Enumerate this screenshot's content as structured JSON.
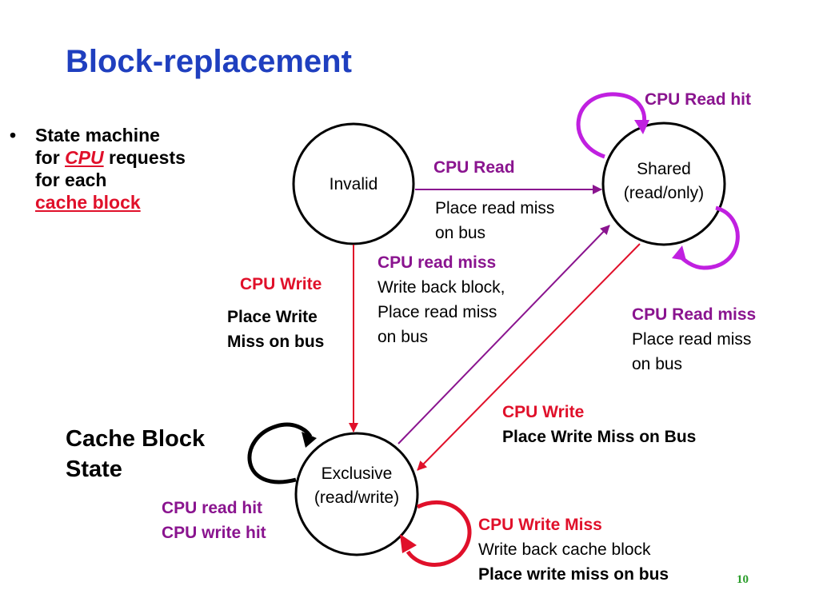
{
  "title": "Block-replacement",
  "bullet": {
    "line1": "State machine",
    "for_prefix": "for ",
    "cpu": "CPU",
    "requests": " requests",
    "for_each": "for each",
    "cache_block": "cache block"
  },
  "legend": {
    "line1": "Cache Block",
    "line2": "State"
  },
  "states": {
    "invalid": "Invalid",
    "shared_l1": "Shared",
    "shared_l2": "(read/only)",
    "exclusive_l1": "Exclusive",
    "exclusive_l2": "(read/write)"
  },
  "transitions": {
    "cpu_read": {
      "event": "CPU Read",
      "action_l1": "Place read miss",
      "action_l2": "on bus"
    },
    "cpu_write": {
      "event": "CPU Write",
      "action_l1": "Place Write",
      "action_l2": "Miss on bus"
    },
    "shared_read_hit": {
      "event": "CPU Read hit"
    },
    "excl_to_shared": {
      "event": "CPU read miss",
      "action_l1": "Write back block,",
      "action_l2": "Place read miss",
      "action_l3": "on bus"
    },
    "shared_read_miss": {
      "event": "CPU Read miss",
      "action_l1": "Place read miss",
      "action_l2": "on bus"
    },
    "shared_to_excl": {
      "event": "CPU Write",
      "action": "Place Write Miss on Bus"
    },
    "excl_hits": {
      "event_l1": "CPU read hit",
      "event_l2": "CPU write hit"
    },
    "excl_write_miss": {
      "event": "CPU Write Miss",
      "action_l1": "Write back cache block",
      "action_l2": "Place write miss on bus"
    }
  },
  "colors": {
    "title": "#1f3fbf",
    "red": "#e0102a",
    "purple": "#8a148f",
    "magenta": "#c020e0",
    "page_number": "#2a9d2a"
  },
  "page_number": "10"
}
